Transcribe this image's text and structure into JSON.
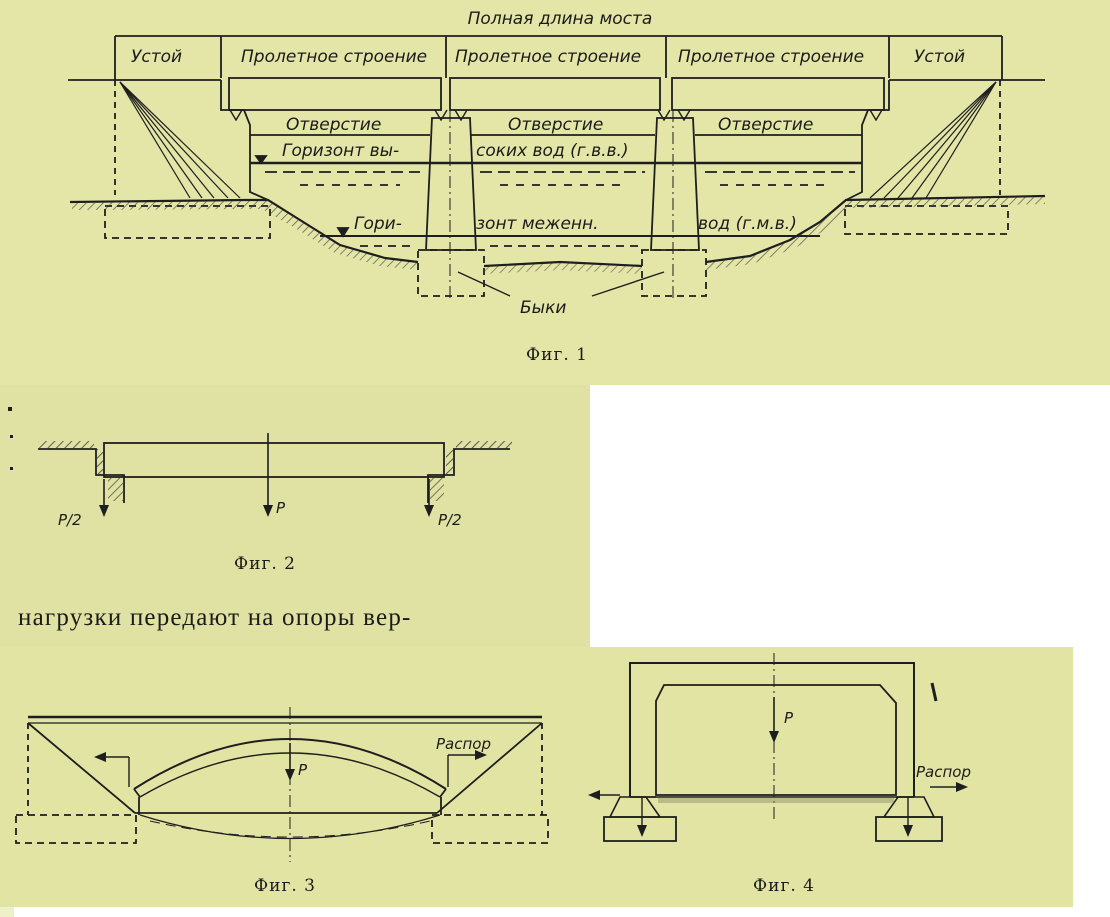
{
  "fig1": {
    "full_length": "Полная длина моста",
    "abutment_left": "Устой",
    "abutment_right": "Устой",
    "span_1": "Пролетное строение",
    "span_2": "Пролетное строение",
    "span_3": "Пролетное строение",
    "opening_1": "Отверстие",
    "opening_2": "Отверстие",
    "opening_3": "Отверстие",
    "high_water_a": "Горизонт вы-",
    "high_water_b": "соких вод (г.в.в.)",
    "low_water_a": "Гори-",
    "low_water_b": "зонт меженн.",
    "low_water_c": "вод (г.м.в.)",
    "piers": "Быки",
    "caption": "Фиг. 1"
  },
  "fig2": {
    "load": "P",
    "reaction_left": "P/2",
    "reaction_right": "P/2",
    "caption": "Фиг. 2"
  },
  "body_text": "нагрузки передают на опоры вер-",
  "fig3": {
    "load": "P",
    "thrust": "Распор",
    "caption": "Фиг. 3"
  },
  "fig4": {
    "load": "P",
    "thrust": "Распор",
    "caption": "Фиг. 4"
  }
}
